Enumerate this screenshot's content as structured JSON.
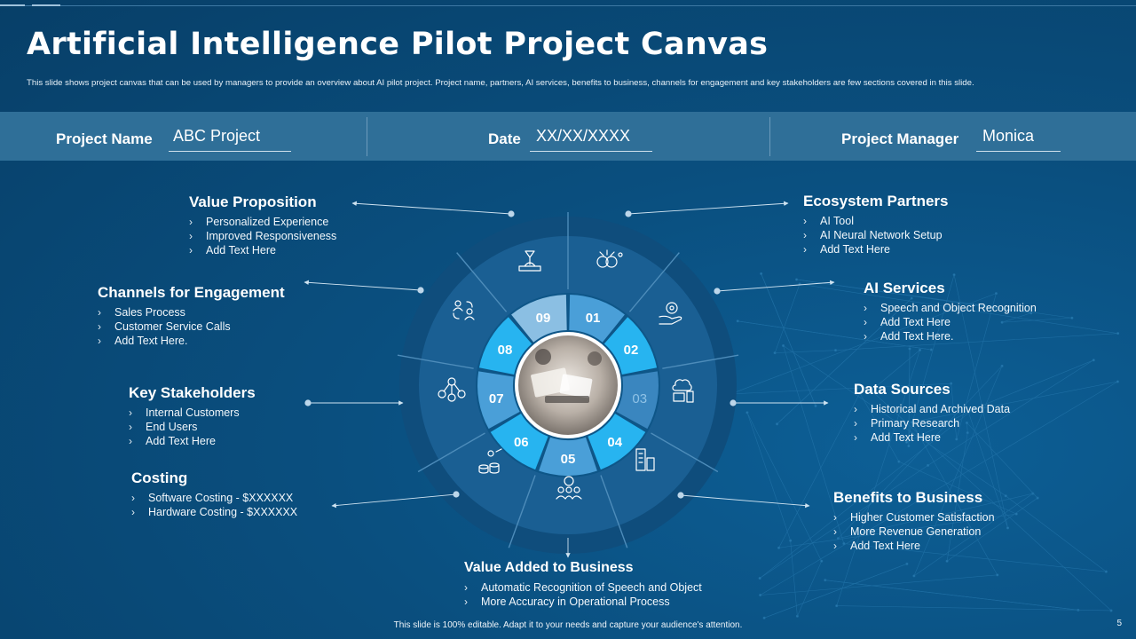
{
  "title": "Artificial Intelligence Pilot Project Canvas",
  "subtitle": "This slide shows project canvas that can be used by managers to provide an overview about AI pilot project. Project name, partners, AI services, benefits to business, channels for engagement and key stakeholders are few sections covered in this slide.",
  "header": {
    "project_name_label": "Project Name",
    "project_name_value": "ABC Project",
    "date_label": "Date",
    "date_value": "XX/XX/XXXX",
    "manager_label": "Project Manager",
    "manager_value": "Monica"
  },
  "sections": {
    "value_proposition": {
      "title": "Value Proposition",
      "items": [
        "Personalized Experience",
        "Improved  Responsiveness",
        "Add Text Here"
      ]
    },
    "channels": {
      "title": "Channels for Engagement",
      "items": [
        "Sales Process",
        "Customer Service Calls",
        "Add Text Here."
      ]
    },
    "stakeholders": {
      "title": "Key Stakeholders",
      "items": [
        "Internal Customers",
        "End Users",
        "Add Text Here"
      ]
    },
    "costing": {
      "title": "Costing",
      "items": [
        "Software Costing - $XXXXXX",
        "Hardware  Costing - $XXXXXX"
      ]
    },
    "value_added": {
      "title": "Value Added to Business",
      "items": [
        "Automatic Recognition of Speech and Object",
        "More Accuracy in Operational Process"
      ]
    },
    "ecosystem": {
      "title": "Ecosystem Partners",
      "items": [
        "AI Tool",
        "AI Neural  Network Setup",
        "Add Text Here"
      ]
    },
    "ai_services": {
      "title": "AI Services",
      "items": [
        "Speech and Object Recognition",
        "Add Text Here",
        "Add Text Here."
      ]
    },
    "data_sources": {
      "title": "Data Sources",
      "items": [
        "Historical and Archived Data",
        "Primary Research",
        "Add Text Here"
      ]
    },
    "benefits": {
      "title": "Benefits to Business",
      "items": [
        "Higher Customer Satisfaction",
        "More Revenue  Generation",
        "Add Text Here"
      ]
    }
  },
  "bullet_glyph": "›",
  "segments": [
    "01",
    "02",
    "03",
    "04",
    "05",
    "06",
    "07",
    "08",
    "09"
  ],
  "colors": {
    "bright": "#27b4f0",
    "mid": "#4a9fd8",
    "pale": "#8bbfe3",
    "ring": "#1a5f93",
    "ring_dark": "#0f4d7c"
  },
  "icons": [
    "plant-hand-icon",
    "ai-network-icon",
    "gear-hand-icon",
    "cloud-devices-icon",
    "building-icon",
    "team-gear-icon",
    "coins-gear-icon",
    "org-network-icon",
    "people-exchange-icon"
  ],
  "footer": "This slide is 100% editable.  Adapt it to your needs and capture your audience's attention.",
  "page_number": "5"
}
